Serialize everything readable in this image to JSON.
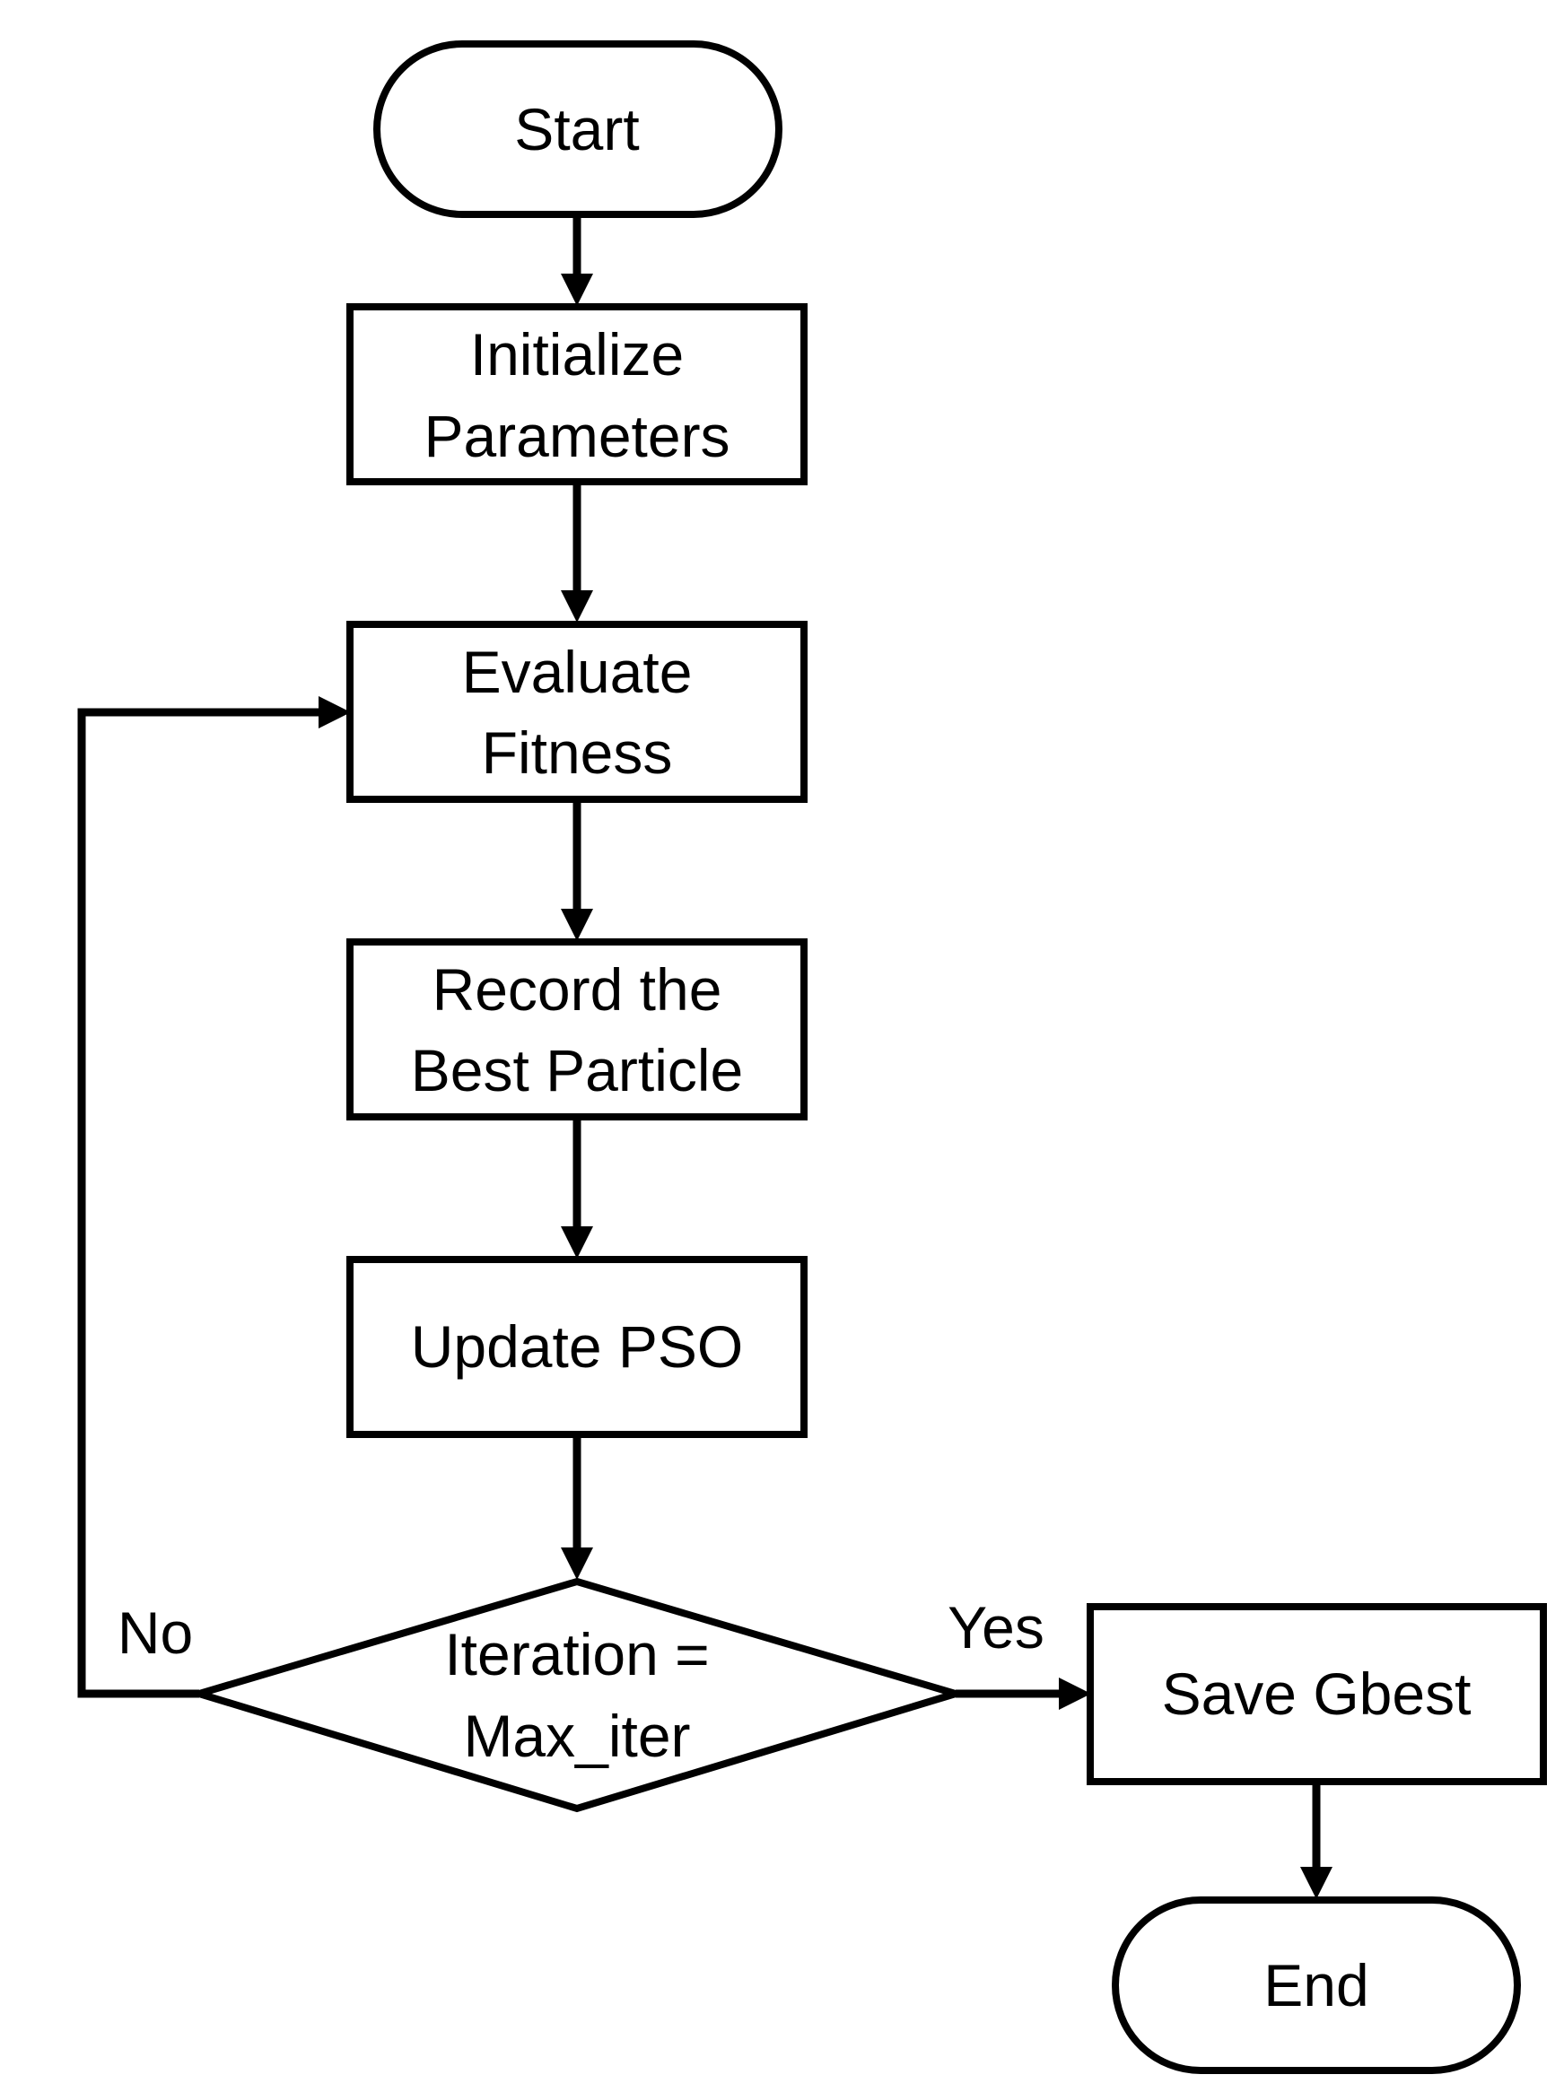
{
  "nodes": {
    "start": {
      "label": "Start"
    },
    "init": {
      "line1": "Initialize",
      "line2": "Parameters"
    },
    "evaluate": {
      "line1": "Evaluate",
      "line2": "Fitness"
    },
    "record": {
      "line1": "Record the",
      "line2": "Best Particle"
    },
    "update": {
      "label": "Update PSO"
    },
    "decision": {
      "line1": "Iteration =",
      "line2": "Max_iter"
    },
    "save": {
      "label": "Save Gbest"
    },
    "end": {
      "label": "End"
    }
  },
  "edges": {
    "no_label": "No",
    "yes_label": "Yes"
  },
  "colors": {
    "stroke": "#000000",
    "fill": "#ffffff"
  }
}
